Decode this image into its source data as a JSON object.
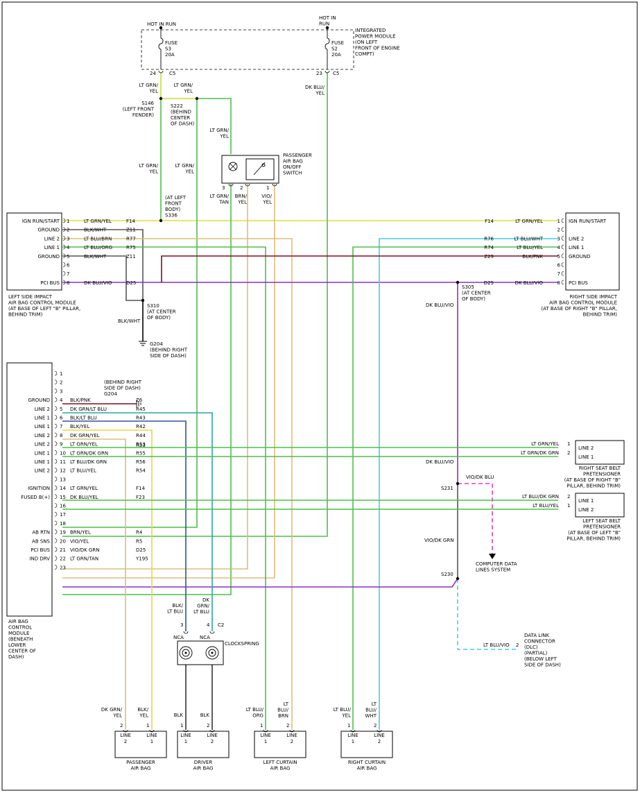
{
  "colors": {
    "ltgrn_yel": "#c8dc3c",
    "green": "#4cbf4c",
    "blk": "#000000",
    "tan": "#d8bf7a",
    "violet": "#8b2fc9",
    "dkblu": "#3050a0",
    "yellow": "#e8d840",
    "dkred": "#7a1020",
    "teal": "#2aa6a0",
    "cyan": "#40d0e0",
    "magenta": "#e040c0",
    "gray": "#9a9a9a",
    "pink": "#e8506a",
    "orange": "#c88030"
  },
  "ipm": {
    "hot_in_run_left": "HOT IN RUN",
    "hot_in_run_right": "HOT IN RUN",
    "fuse_s3": [
      "FUSE",
      "S3",
      "20A"
    ],
    "fuse_s2": [
      "FUSE",
      "S2",
      "20A"
    ],
    "title": [
      "INTEGRATED",
      "POWER MODULE",
      "(ON LEFT",
      "FRONT OF ENGINE",
      "COMPT)"
    ],
    "pin_24": "24",
    "pin_23": "23",
    "c5_left": "C5",
    "c5_right": "C5"
  },
  "splices": {
    "s146": [
      "S146",
      "(LEFT FRONT",
      "FENDER)"
    ],
    "s222": [
      "S222",
      "(BEHIND",
      "CENTER",
      "OF DASH)"
    ],
    "s336": [
      "(AT LEFT",
      "FRONT",
      "BODY)",
      "S336"
    ],
    "s310": [
      "S310",
      "(AT CENTER",
      "OF BODY)"
    ],
    "s305": [
      "S305",
      "(AT CENTER",
      "OF BODY)"
    ],
    "s231": "S231",
    "s230": "S230",
    "g204": [
      "G204",
      "(BEHIND RIGHT",
      "SIDE OF DASH)"
    ],
    "g204b": [
      "(BEHIND RIGHT",
      "SIDE OF DASH)",
      "G204"
    ]
  },
  "wire_labels": {
    "ltgrn_yel_1": [
      "LT GRN/",
      "YEL"
    ],
    "ltgrn_yel_2": [
      "LT GRN/",
      "YEL"
    ],
    "ltgrn_yel_3": [
      "LT GRN/",
      "YEL"
    ],
    "ltgrn_yel_4": [
      "LT GRN/",
      "YEL"
    ],
    "ltgrn_yel_5": [
      "LT GRN/",
      "YEL"
    ],
    "dkblu_yel": [
      "DK BLU/",
      "YEL"
    ],
    "ltgrn_tan": [
      "LT GRN/",
      "TAN"
    ],
    "brn_yel": [
      "BRN/",
      "YEL"
    ],
    "vio_yel": [
      "VIO/",
      "YEL"
    ],
    "blk_whtA": "BLK/WHT",
    "dkblu_vio": "DK BLU/VIO",
    "dkblu_vio2": "DK BLU/VIO",
    "vio_dkblu": "VIO/DK BLU",
    "vio_dkgrn": "VIO/DK GRN",
    "ltblu_vio": "LT BLU/VIO",
    "blk_ltblu": [
      "BLK/",
      "LT BLU"
    ],
    "dkgrn_ltblu": [
      "DK",
      "GRN/",
      "LT BLU"
    ],
    "dkgrn_yel_bot": [
      "DK GRN/",
      "YEL"
    ],
    "blk_yel_bot": [
      "BLK/",
      "YEL"
    ],
    "blk_a": "BLK",
    "blk_b": "BLK",
    "ltblu_org": [
      "LT BLU/",
      "ORG"
    ],
    "lt_blu_brn": [
      "LT",
      "BLU/",
      "BRN"
    ],
    "ltblu_yel_bot": [
      "LT BLU/",
      "YEL"
    ],
    "lt_blu_wht": [
      "LT",
      "BLU/",
      "WHT"
    ]
  },
  "pab_switch": {
    "title": [
      "PASSENGER",
      "AIR BAG",
      "ON/OFF",
      "SWITCH"
    ],
    "pins": [
      "3",
      "2",
      "1"
    ]
  },
  "left_side_module": {
    "pins": [
      {
        "n": "1",
        "name": "IGN RUN/START",
        "wire": "LT GRN/YEL",
        "ckt": "F14"
      },
      {
        "n": "2",
        "name": "GROUND",
        "wire": "BLK/WHT",
        "ckt": "Z11"
      },
      {
        "n": "3",
        "name": "LINE 2",
        "wire": "LT BLU/BRN",
        "ckt": "R77"
      },
      {
        "n": "4",
        "name": "LINE 1",
        "wire": "LT BLU/ORG",
        "ckt": "R75"
      },
      {
        "n": "5",
        "name": "GROUND",
        "wire": "BLK/WHT",
        "ckt": "Z11"
      },
      {
        "n": "6",
        "name": "",
        "wire": "",
        "ckt": ""
      },
      {
        "n": "7",
        "name": "",
        "wire": "",
        "ckt": ""
      },
      {
        "n": "8",
        "name": "PCI BUS",
        "wire": "DK BLU/VIO",
        "ckt": "D25"
      }
    ],
    "caption": [
      "LEFT SIDE IMPACT",
      "AIR BAG CONTROL MODULE",
      "(AT BASE OF LEFT \"B\" PILLAR,",
      "BEHIND TRIM)"
    ]
  },
  "right_side_module": {
    "pins": [
      {
        "n": "1",
        "name": "IGN RUN/START",
        "wire": "LT GRN/YEL",
        "ckt": "F14"
      },
      {
        "n": "2",
        "name": "",
        "wire": "",
        "ckt": ""
      },
      {
        "n": "3",
        "name": "LINE 2",
        "wire": "LT BLU/WHT",
        "ckt": "R76"
      },
      {
        "n": "4",
        "name": "LINE 1",
        "wire": "LT BLU/YEL",
        "ckt": "R74"
      },
      {
        "n": "5",
        "name": "GROUND",
        "wire": "BLK/PNK",
        "ckt": "Z29"
      },
      {
        "n": "6",
        "name": "",
        "wire": "",
        "ckt": ""
      },
      {
        "n": "7",
        "name": "",
        "wire": "",
        "ckt": ""
      },
      {
        "n": "8",
        "name": "PCI BUS",
        "wire": "DK BLU/VIO",
        "ckt": "D25"
      }
    ],
    "caption": [
      "RIGHT SIDE IMPACT",
      "AIR BAG CONTROL MODULE",
      "(AT BASE OF RIGHT \"B\" PILLAR,",
      "BEHIND TRIM)"
    ]
  },
  "acm": {
    "pins": [
      {
        "n": "1",
        "name": "",
        "wire": "",
        "ckt": ""
      },
      {
        "n": "2",
        "name": "",
        "wire": "",
        "ckt": ""
      },
      {
        "n": "3",
        "name": "",
        "wire": "",
        "ckt": ""
      },
      {
        "n": "4",
        "name": "GROUND",
        "wire": "BLK/PNK",
        "ckt": "Z6"
      },
      {
        "n": "5",
        "name": "LINE 2",
        "wire": "DK GRN/LT BLU",
        "ckt": "R45"
      },
      {
        "n": "6",
        "name": "LINE 1",
        "wire": "BLK/LT BLU",
        "ckt": "R43"
      },
      {
        "n": "7",
        "name": "LINE 1",
        "wire": "BLK/YEL",
        "ckt": "R42"
      },
      {
        "n": "8",
        "name": "LINE 2",
        "wire": "DK GRN/YEL",
        "ckt": "R44"
      },
      {
        "n": "9",
        "name": "LINE 2",
        "wire": "LT GRN/YEL",
        "ckt": "R53"
      },
      {
        "n": "10",
        "name": "LINE 1",
        "wire": "LT GRN/DK GRN",
        "ckt": "R55"
      },
      {
        "n": "11",
        "name": "LINE 1",
        "wire": "LT BLU/DK GRN",
        "ckt": "R56"
      },
      {
        "n": "12",
        "name": "LINE 2",
        "wire": "LT BLU/YEL",
        "ckt": "R54"
      },
      {
        "n": "13",
        "name": "",
        "wire": "",
        "ckt": ""
      },
      {
        "n": "14",
        "name": "IGNITION",
        "wire": "LT GRN/YEL",
        "ckt": "F14"
      },
      {
        "n": "15",
        "name": "FUSED B(+)",
        "wire": "DK BLU/YEL",
        "ckt": "F23"
      },
      {
        "n": "16",
        "name": "",
        "wire": "",
        "ckt": ""
      },
      {
        "n": "17",
        "name": "",
        "wire": "",
        "ckt": ""
      },
      {
        "n": "18",
        "name": "",
        "wire": "",
        "ckt": ""
      },
      {
        "n": "19",
        "name": "AB RTN",
        "wire": "BRN/YEL",
        "ckt": "R4"
      },
      {
        "n": "20",
        "name": "AB SNS",
        "wire": "VIO/YEL",
        "ckt": "R5"
      },
      {
        "n": "21",
        "name": "PCI BUS",
        "wire": "VIO/DK GRN",
        "ckt": "D25"
      },
      {
        "n": "22",
        "name": "IND DRV",
        "wire": "LT GRN/TAN",
        "ckt": "Y195"
      },
      {
        "n": "23",
        "name": "",
        "wire": "",
        "ckt": ""
      }
    ],
    "caption": [
      "AIR BAG",
      "CONTROL",
      "MODULE",
      "(BENEATH",
      "LOWER",
      "CENTER OF",
      "DASH)"
    ]
  },
  "right_pretensioner": {
    "lines": [
      "LINE 2",
      "LINE 1"
    ],
    "pins": [
      "1",
      "2"
    ],
    "wires": [
      "LT GRN/YEL",
      "LT GRN/DK GRN"
    ],
    "caption": [
      "RIGHT SEAT BELT",
      "PRETENSIONER",
      "(AT BASE OF RIGHT \"B\"",
      "PILLAR, BEHIND TRIM)"
    ]
  },
  "left_pretensioner": {
    "lines": [
      "LINE 1",
      "LINE 2"
    ],
    "pins": [
      "2",
      "1"
    ],
    "wires": [
      "LT BLU/DK GRN",
      "LT BLU/YEL"
    ],
    "caption": [
      "LEFT SEAT BELT",
      "PRETENSIONER",
      "(AT BASE OF LEFT \"B\"",
      "PILLAR, BEHIND TRIM)"
    ]
  },
  "data_lines": {
    "computer": [
      "COMPUTER DATA",
      "LINES SYSTEM"
    ],
    "dlc": [
      "DATA LINK",
      "CONNECTOR",
      "(DLC)",
      "(PARTIAL)",
      "(BELOW LEFT",
      "SIDE OF DASH)"
    ],
    "dlc_pin": "2"
  },
  "clockspring": {
    "title": "CLOCKSPRING",
    "nca_l": "NCA",
    "nca_r": "NCA",
    "pin3": "3",
    "pin4": "4",
    "c2": "C2"
  },
  "airbags": [
    {
      "title": [
        "PASSENGER",
        "AIR BAG"
      ],
      "lines": [
        "LINE",
        "2",
        "LINE",
        "1"
      ],
      "pins": [
        "2",
        "1"
      ]
    },
    {
      "title": [
        "DRIVER",
        "AIR BAG"
      ],
      "lines": [
        "LINE",
        "1",
        "LINE",
        "2"
      ],
      "pins": [
        "1",
        "2"
      ]
    },
    {
      "title": [
        "LEFT CURTAIN",
        "AIR BAG"
      ],
      "lines": [
        "LINE",
        "1",
        "LINE",
        "2"
      ],
      "pins": [
        "1",
        "2"
      ]
    },
    {
      "title": [
        "RIGHT CURTAIN",
        "AIR BAG"
      ],
      "lines": [
        "LINE",
        "1",
        "LINE",
        "2"
      ],
      "pins": [
        "1",
        "2"
      ]
    }
  ]
}
